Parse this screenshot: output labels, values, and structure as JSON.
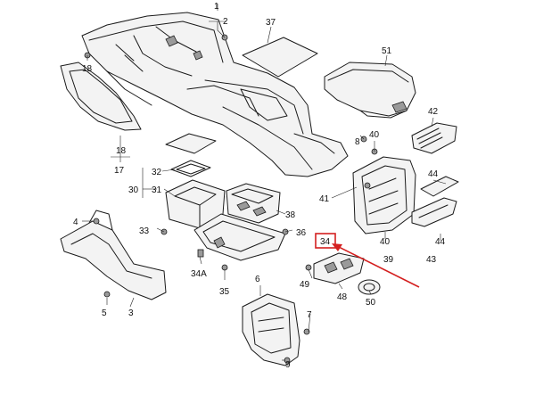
{
  "diagram": {
    "highlight_color": "#d42020",
    "labels": {
      "l1": "1",
      "l2": "2",
      "l37": "37",
      "l51": "51",
      "l18a": "18",
      "l42": "42",
      "l8": "8",
      "l40a": "40",
      "l18b": "18",
      "l17": "17",
      "l44a": "44",
      "l32": "32",
      "l30": "30",
      "l31": "31",
      "l41": "41",
      "l4": "4",
      "l38": "38",
      "l33": "33",
      "l36": "36",
      "l34": "34",
      "l40b": "40",
      "l44b": "44",
      "l39": "39",
      "l43": "43",
      "l34A": "34A",
      "l6": "6",
      "l49": "49",
      "l35": "35",
      "l48": "48",
      "l50": "50",
      "l5": "5",
      "l3": "3",
      "l7": "7",
      "l9": "9"
    }
  }
}
